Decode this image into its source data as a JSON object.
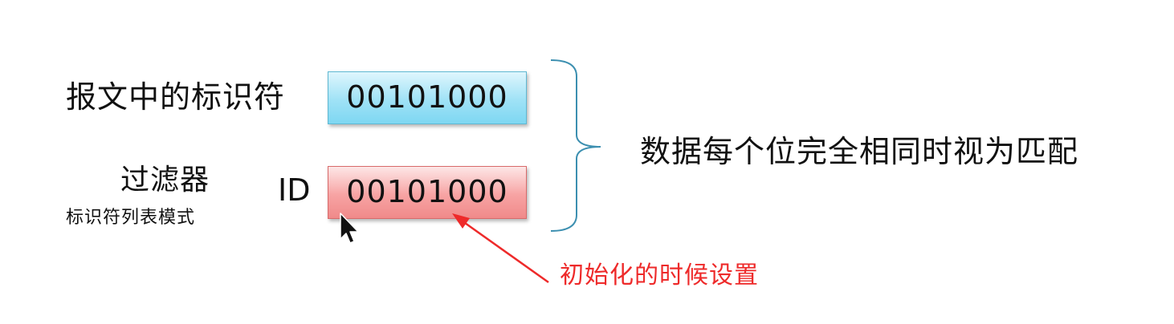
{
  "message": {
    "label": "报文中的标识符",
    "bits": "00101000"
  },
  "filter": {
    "title": "过滤器",
    "subtitle": "标识符列表模式",
    "id_label": "ID",
    "bits": "00101000"
  },
  "match_rule": "数据每个位完全相同时视为匹配",
  "annotation": {
    "text": "初始化的时候设置",
    "color": "#ee2a2a"
  },
  "colors": {
    "message_box": "#9fe2f6",
    "filter_box": "#f7a3a3",
    "bracket": "#3c8fb0"
  },
  "icons": [
    "bracket-icon",
    "arrow-icon",
    "mouse-cursor-icon"
  ]
}
